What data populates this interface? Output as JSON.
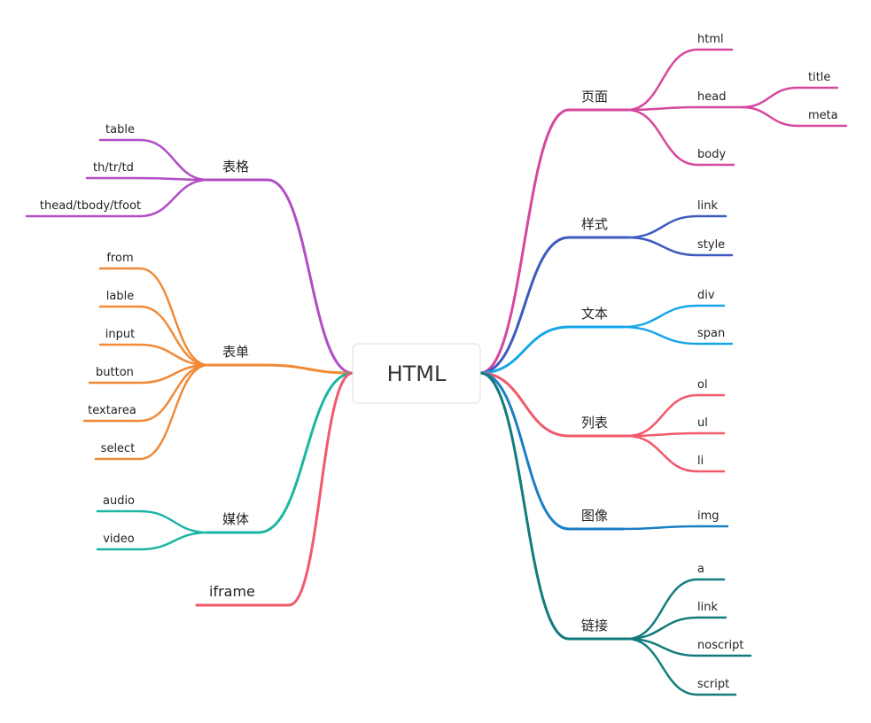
{
  "root": {
    "label": "HTML"
  },
  "branches": [
    {
      "label": "页面",
      "color": "#d6479e",
      "children": [
        {
          "label": "html",
          "children": []
        },
        {
          "label": "head",
          "children": [
            {
              "label": "title"
            },
            {
              "label": "meta"
            }
          ]
        },
        {
          "label": "body",
          "children": []
        }
      ]
    },
    {
      "label": "样式",
      "color": "#3d5bbf",
      "children": [
        {
          "label": "link",
          "children": []
        },
        {
          "label": "style",
          "children": []
        }
      ]
    },
    {
      "label": "文本",
      "color": "#16a6e8",
      "children": [
        {
          "label": "div",
          "children": []
        },
        {
          "label": "span",
          "children": []
        }
      ]
    },
    {
      "label": "列表",
      "color": "#f05a6a",
      "children": [
        {
          "label": "ol",
          "children": []
        },
        {
          "label": "ul",
          "children": []
        },
        {
          "label": "li",
          "children": []
        }
      ]
    },
    {
      "label": "图像",
      "color": "#1a7fc4",
      "children": [
        {
          "label": "img",
          "children": []
        }
      ]
    },
    {
      "label": "链接",
      "color": "#137b7d",
      "children": [
        {
          "label": "a",
          "children": []
        },
        {
          "label": "link",
          "children": []
        },
        {
          "label": "noscript",
          "children": []
        },
        {
          "label": "script",
          "children": []
        }
      ]
    },
    {
      "label": "表格",
      "color": "#b24dc6",
      "children": [
        {
          "label": "table",
          "children": []
        },
        {
          "label": "th/tr/td",
          "children": []
        },
        {
          "label": "thead/tbody/tfoot",
          "children": []
        }
      ]
    },
    {
      "label": "表单",
      "color": "#f08a37",
      "children": [
        {
          "label": "from",
          "children": []
        },
        {
          "label": "lable",
          "children": []
        },
        {
          "label": "input",
          "children": []
        },
        {
          "label": "button",
          "children": []
        },
        {
          "label": "textarea",
          "children": []
        },
        {
          "label": "select",
          "children": []
        }
      ]
    },
    {
      "label": "媒体",
      "color": "#1bb5a3",
      "children": [
        {
          "label": "audio",
          "children": []
        },
        {
          "label": "video",
          "children": []
        }
      ]
    },
    {
      "label": "iframe",
      "color": "#f05a6a",
      "children": []
    }
  ]
}
